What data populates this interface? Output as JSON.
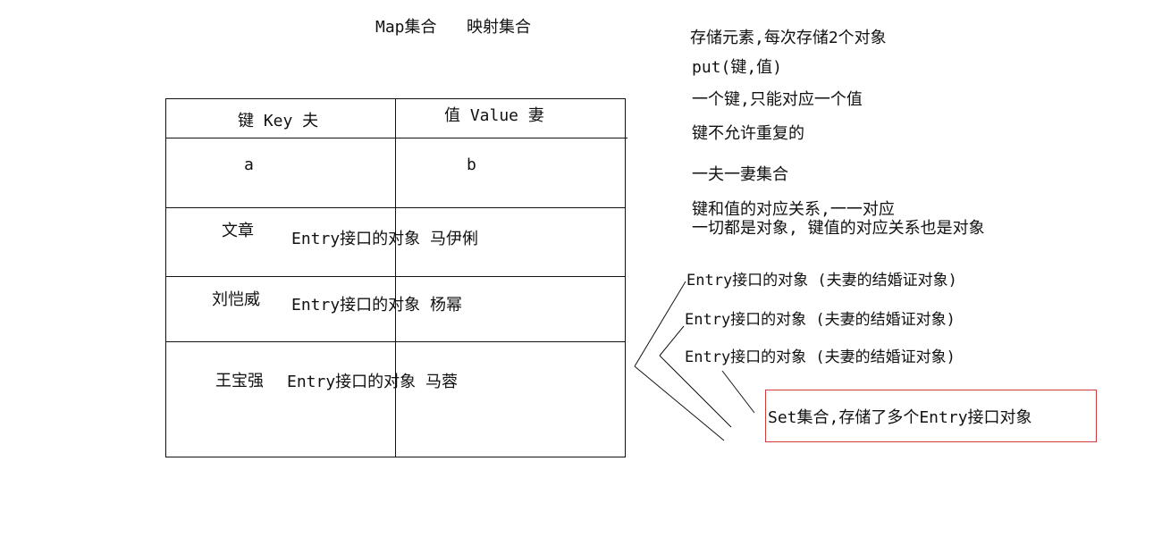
{
  "title": {
    "map": "Map集合",
    "mapping": "映射集合"
  },
  "table": {
    "header_key": "键 Key  夫",
    "header_value": "值 Value  妻",
    "row1_key": "a",
    "row1_value": "b",
    "row2_key": "文章",
    "row2_entry": "Entry接口的对象 马伊俐",
    "row3_key": "刘恺威",
    "row3_entry": "Entry接口的对象 杨幂",
    "row4_key": "王宝强",
    "row4_entry": "Entry接口的对象 马蓉"
  },
  "notes": {
    "n1": "存储元素,每次存储2个对象",
    "n2": "put(键,值)",
    "n3": "一个键,只能对应一个值",
    "n4": "键不允许重复的",
    "n5": "一夫一妻集合",
    "n6": "键和值的对应关系,一一对应",
    "n7": "一切都是对象, 键值的对应关系也是对象"
  },
  "entries": {
    "e1": "Entry接口的对象 (夫妻的结婚证对象)",
    "e2": "Entry接口的对象 (夫妻的结婚证对象)",
    "e3": "Entry接口的对象 (夫妻的结婚证对象)"
  },
  "set_box": {
    "label": "Set集合,存储了多个Entry接口对象",
    "border_color": "#d23b3b"
  }
}
